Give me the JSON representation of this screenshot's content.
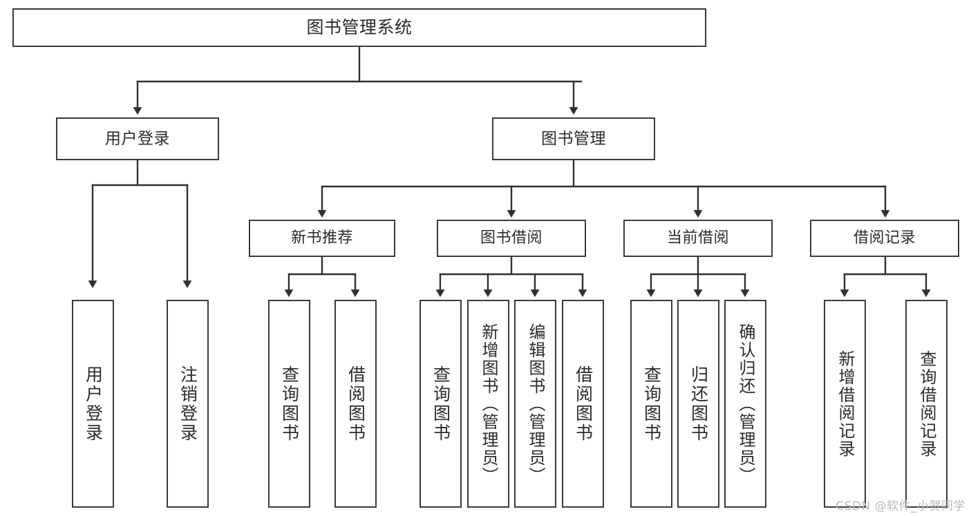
{
  "diagram": {
    "type": "tree",
    "title": "图书管理系统",
    "stroke_color": "#3a3a3a",
    "fill_color": "#ffffff",
    "text_color": "#2b2b2b",
    "root": {
      "label": "图书管理系统"
    },
    "level1": [
      {
        "label": "用户登录"
      },
      {
        "label": "图书管理"
      }
    ],
    "level2": [
      {
        "label": "新书推荐"
      },
      {
        "label": "图书借阅"
      },
      {
        "label": "当前借阅"
      },
      {
        "label": "借阅记录"
      }
    ],
    "leaves": {
      "user_login": [
        {
          "label": "用户登录"
        },
        {
          "label": "注销登录"
        }
      ],
      "new_book_recommend": [
        {
          "label": "查询图书"
        },
        {
          "label": "借阅图书"
        }
      ],
      "book_borrow": [
        {
          "label": "查询图书"
        },
        {
          "label": "新增图书（管理员）"
        },
        {
          "label": "编辑图书（管理员）"
        },
        {
          "label": "借阅图书"
        }
      ],
      "current_borrow": [
        {
          "label": "查询图书"
        },
        {
          "label": "归还图书"
        },
        {
          "label": "确认归还（管理员）"
        }
      ],
      "borrow_record": [
        {
          "label": "新增借阅记录"
        },
        {
          "label": "查询借阅记录"
        }
      ]
    }
  },
  "watermark": {
    "text": "CSDN @软件_小贺同学"
  }
}
